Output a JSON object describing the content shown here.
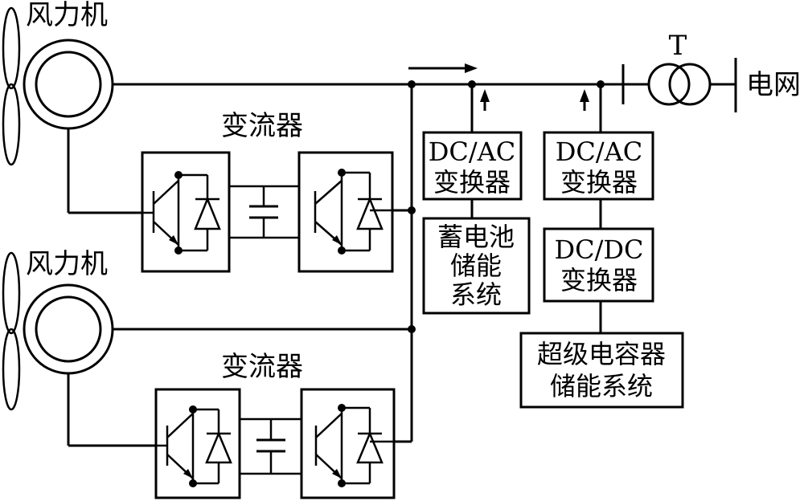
{
  "turbine_top": {
    "label": "风力机"
  },
  "turbine_bottom": {
    "label": "风力机"
  },
  "converter_top": {
    "label": "变流器"
  },
  "converter_bottom": {
    "label": "变流器"
  },
  "battery_dcac": {
    "line1": "DC/AC",
    "line2": "变换器"
  },
  "battery_storage": {
    "line1": "蓄电池",
    "line2": "储能",
    "line3": "系统"
  },
  "sc_dcac": {
    "line1": "DC/AC",
    "line2": "变换器"
  },
  "sc_dcdc": {
    "line1": "DC/DC",
    "line2": "变换器"
  },
  "supercap_storage": {
    "line1": "超级电容器",
    "line2": "储能系统"
  },
  "transformer": {
    "label": "T"
  },
  "grid": {
    "label": "电网"
  }
}
